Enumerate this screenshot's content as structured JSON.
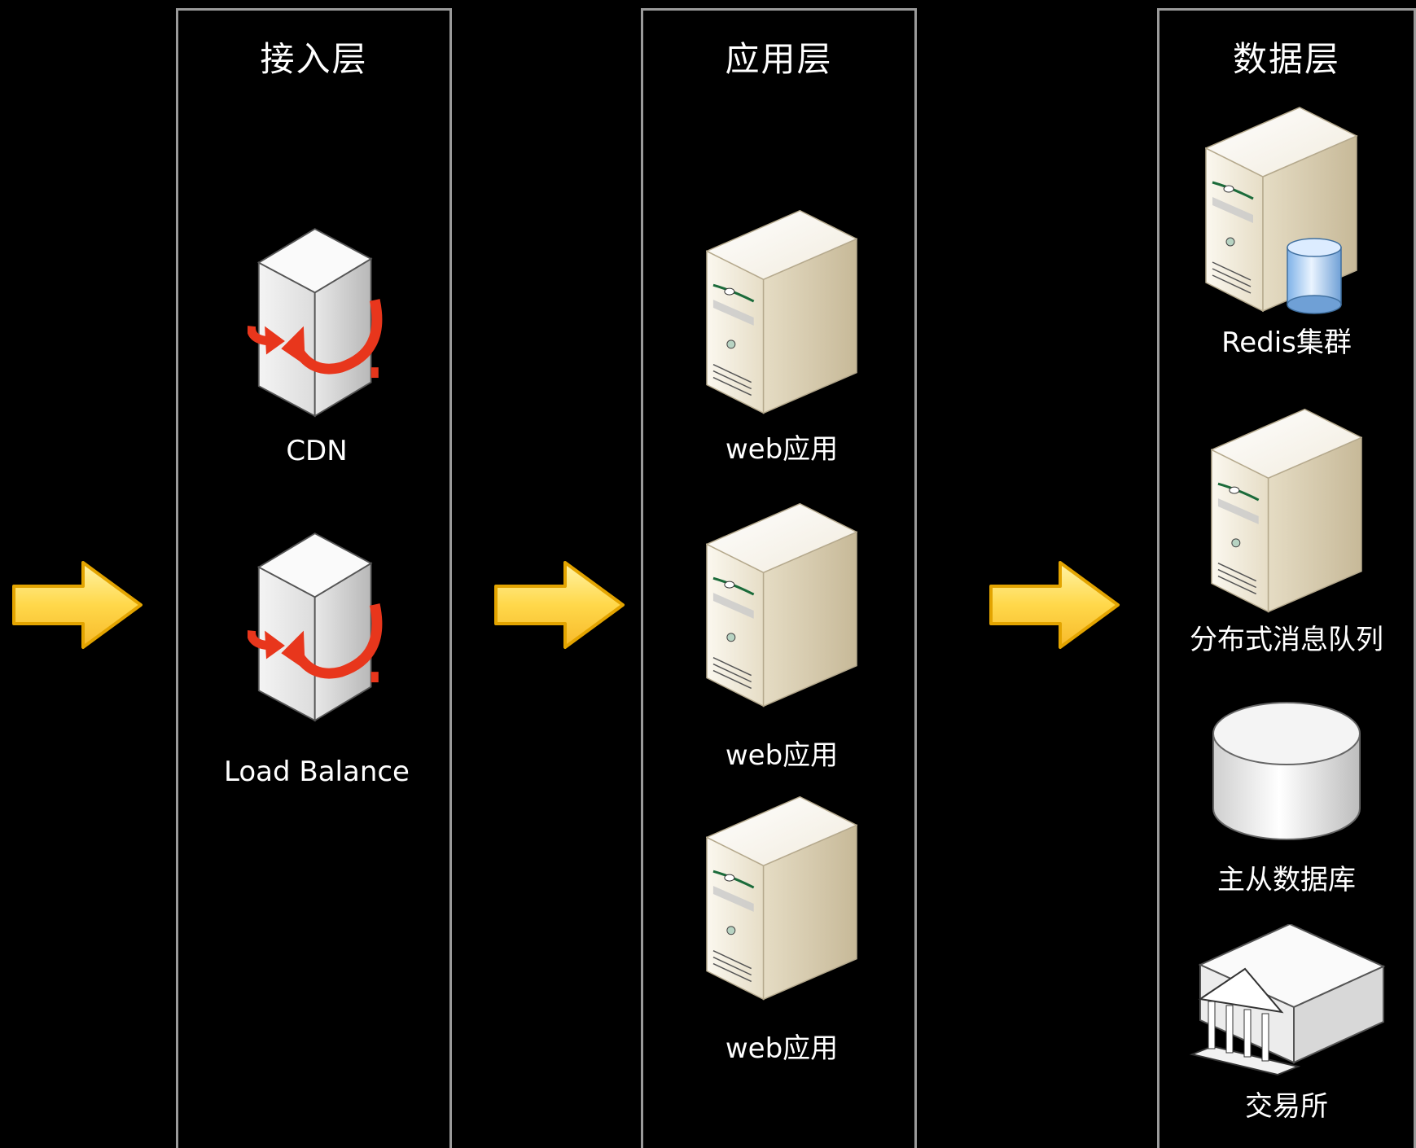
{
  "layers": {
    "access": {
      "title": "接入层",
      "nodes": [
        {
          "label": "CDN",
          "icon": "load-balancer-icon"
        },
        {
          "label": "Load Balance",
          "icon": "load-balancer-icon"
        }
      ]
    },
    "app": {
      "title": "应用层",
      "nodes": [
        {
          "label": "web应用",
          "icon": "server-tower-icon"
        },
        {
          "label": "web应用",
          "icon": "server-tower-icon"
        },
        {
          "label": "web应用",
          "icon": "server-tower-icon"
        }
      ]
    },
    "data": {
      "title": "数据层",
      "nodes": [
        {
          "label": "Redis集群",
          "icon": "database-server-icon"
        },
        {
          "label": "分布式消息队列",
          "icon": "server-tower-icon"
        },
        {
          "label": "主从数据库",
          "icon": "database-cylinder-icon"
        },
        {
          "label": "交易所",
          "icon": "bank-building-icon"
        }
      ]
    }
  },
  "colors": {
    "background": "#000000",
    "border": "#9a9a9a",
    "arrow_fill": "#ffd84a",
    "arrow_stroke": "#e3a400",
    "lb_arrow": "#e8361c",
    "server_body": "#ece4d0"
  }
}
